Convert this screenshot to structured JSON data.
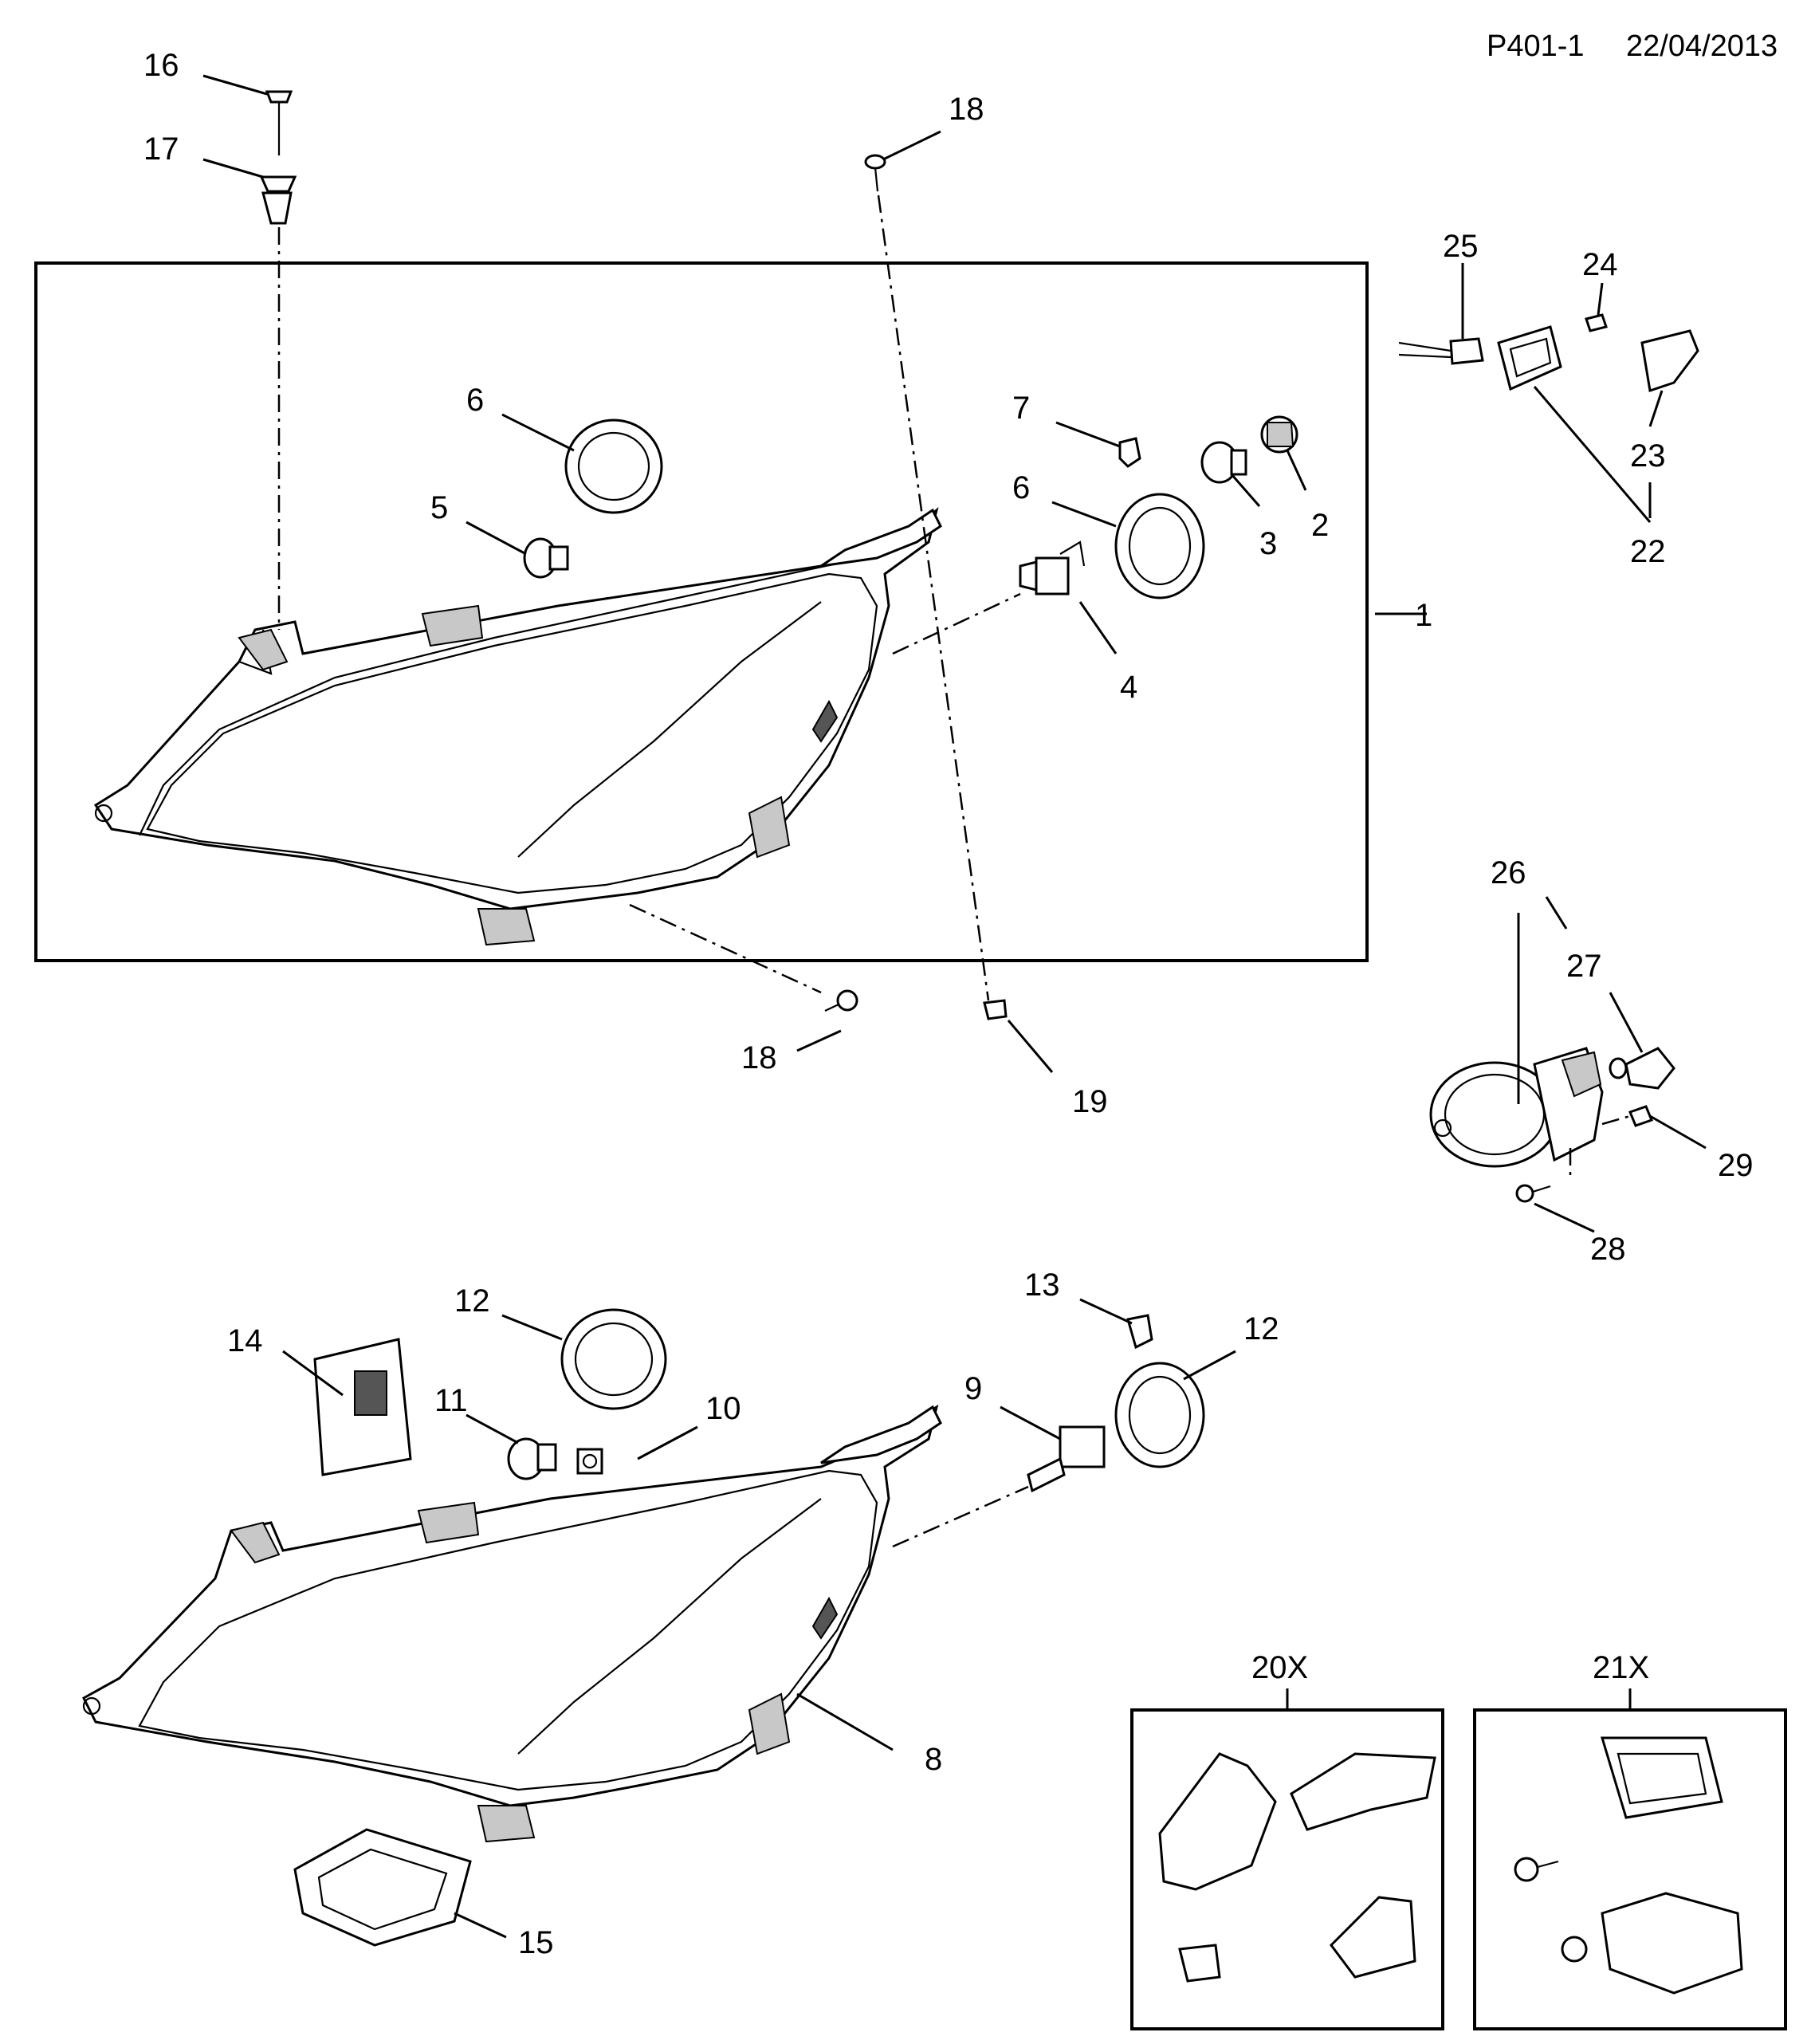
{
  "header": {
    "code": "P401-1",
    "date": "22/04/2013"
  },
  "callouts": [
    "16",
    "17",
    "18",
    "6",
    "5",
    "7",
    "6",
    "3",
    "2",
    "4",
    "1",
    "25",
    "24",
    "23",
    "22",
    "18",
    "19",
    "26",
    "27",
    "29",
    "28",
    "13",
    "12",
    "14",
    "12",
    "11",
    "10",
    "9",
    "8",
    "15",
    "20X",
    "21X"
  ]
}
